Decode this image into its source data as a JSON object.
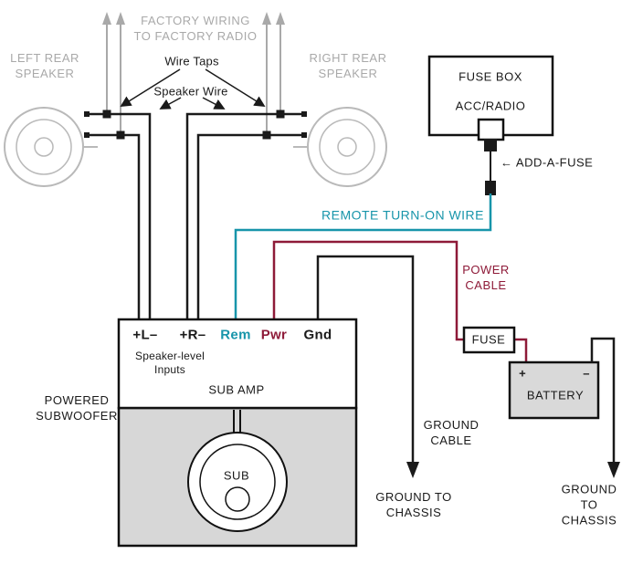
{
  "colors": {
    "wire_black": "#1a1a1a",
    "remote_teal": "#1795aa",
    "power_maroon": "#8e1a38",
    "factory_gray": "#a9a9a9",
    "enclosure_gray": "#d7d7d7",
    "battery_gray": "#d9d9d9"
  },
  "factory": {
    "wiring_label": "FACTORY WIRING\nTO FACTORY RADIO",
    "wire_taps_label": "Wire Taps",
    "speaker_wire_label": "Speaker Wire"
  },
  "speakers": {
    "left_label": "LEFT REAR\nSPEAKER",
    "right_label": "RIGHT REAR\nSPEAKER"
  },
  "fusebox": {
    "title": "FUSE BOX",
    "circuit": "ACC/RADIO",
    "add_a_fuse_label": "← ADD-A-FUSE"
  },
  "wiring": {
    "remote_label": "REMOTE TURN-ON WIRE",
    "power_label": "POWER\nCABLE",
    "ground_label": "GROUND\nCABLE"
  },
  "power": {
    "fuse_label": "FUSE",
    "battery_label": "BATTERY",
    "plus": "+",
    "minus": "–"
  },
  "amp": {
    "terminal_l": "+L–",
    "terminal_r": "+R–",
    "terminal_rem": "Rem",
    "terminal_pwr": "Pwr",
    "terminal_gnd": "Gnd",
    "inputs_label": "Speaker-level\nInputs",
    "name": "SUB AMP",
    "enclosure_label": "POWERED\nSUBWOOFER",
    "driver_label": "SUB"
  },
  "grounds": {
    "left_label": "GROUND TO\nCHASSIS",
    "right_label": "GROUND TO\nCHASSIS"
  }
}
